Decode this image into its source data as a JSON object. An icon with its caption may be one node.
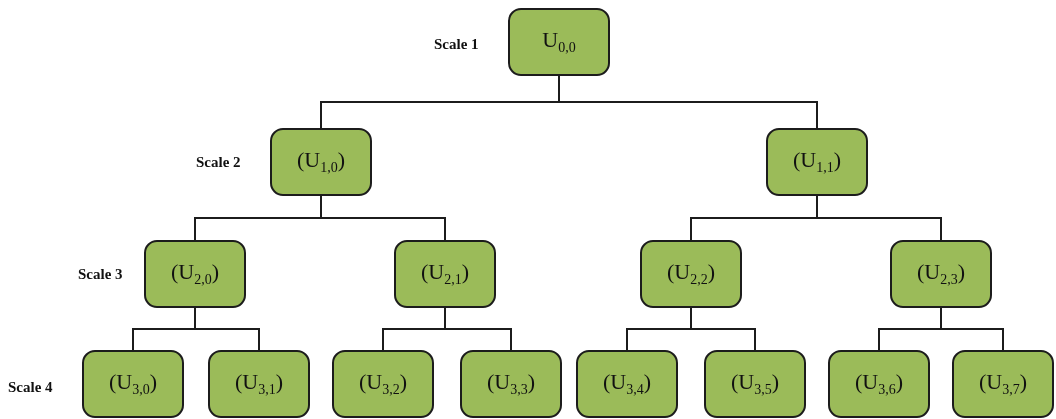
{
  "diagram": {
    "nodes": [
      {
        "text": [
          "U$_{0,0}$"
        ]
      },
      {
        "text": [
          "(U$_{1,0}$)"
        ]
      },
      {
        "text": [
          "(U$_{1,1}$)"
        ]
      },
      {
        "text": [
          "(U$_{2,0}$)"
        ]
      },
      {
        "text": [
          "(U$_{2,1}$)"
        ]
      },
      {
        "text": [
          "(U$_{2,2}$)"
        ]
      },
      {
        "text": [
          "(U$_{2,3}$)"
        ]
      },
      {
        "text": [
          "(U$_{3,0}$)"
        ]
      },
      {
        "text": [
          "(U$_{3,1}$)"
        ]
      },
      {
        "text": [
          "(U$_{3,2}$)"
        ]
      },
      {
        "text": [
          "(U$_{3,3}$)"
        ]
      },
      {
        "text": [
          "(U$_{3,4}$)"
        ]
      },
      {
        "text": [
          "(U$_{3,5}$)"
        ]
      },
      {
        "text": [
          "(U$_{3,6}$)"
        ]
      },
      {
        "text": [
          "(U$_{3,7}$)"
        ]
      }
    ],
    "edges": [
      {
        "from": 0,
        "to": 1,
        "arrow": "none"
      },
      {
        "from": 0,
        "to": 2,
        "arrow": "none"
      },
      {
        "from": 1,
        "to": 3,
        "arrow": "none"
      },
      {
        "from": 1,
        "to": 4,
        "arrow": "none"
      },
      {
        "from": 2,
        "to": 5,
        "arrow": "none"
      },
      {
        "from": 2,
        "to": 6,
        "arrow": "none"
      },
      {
        "from": 3,
        "to": 7,
        "arrow": "none"
      },
      {
        "from": 3,
        "to": 8,
        "arrow": "none"
      },
      {
        "from": 4,
        "to": 9,
        "arrow": "none"
      },
      {
        "from": 4,
        "to": 10,
        "arrow": "none"
      },
      {
        "from": 5,
        "to": 11,
        "arrow": "none"
      },
      {
        "from": 5,
        "to": 12,
        "arrow": "none"
      },
      {
        "from": 6,
        "to": 13,
        "arrow": "none"
      },
      {
        "from": 6,
        "to": 14,
        "arrow": "none"
      }
    ],
    "labels": [
      "Scale 1",
      "Scale 2",
      "Scale 3",
      "Scale 4"
    ]
  }
}
